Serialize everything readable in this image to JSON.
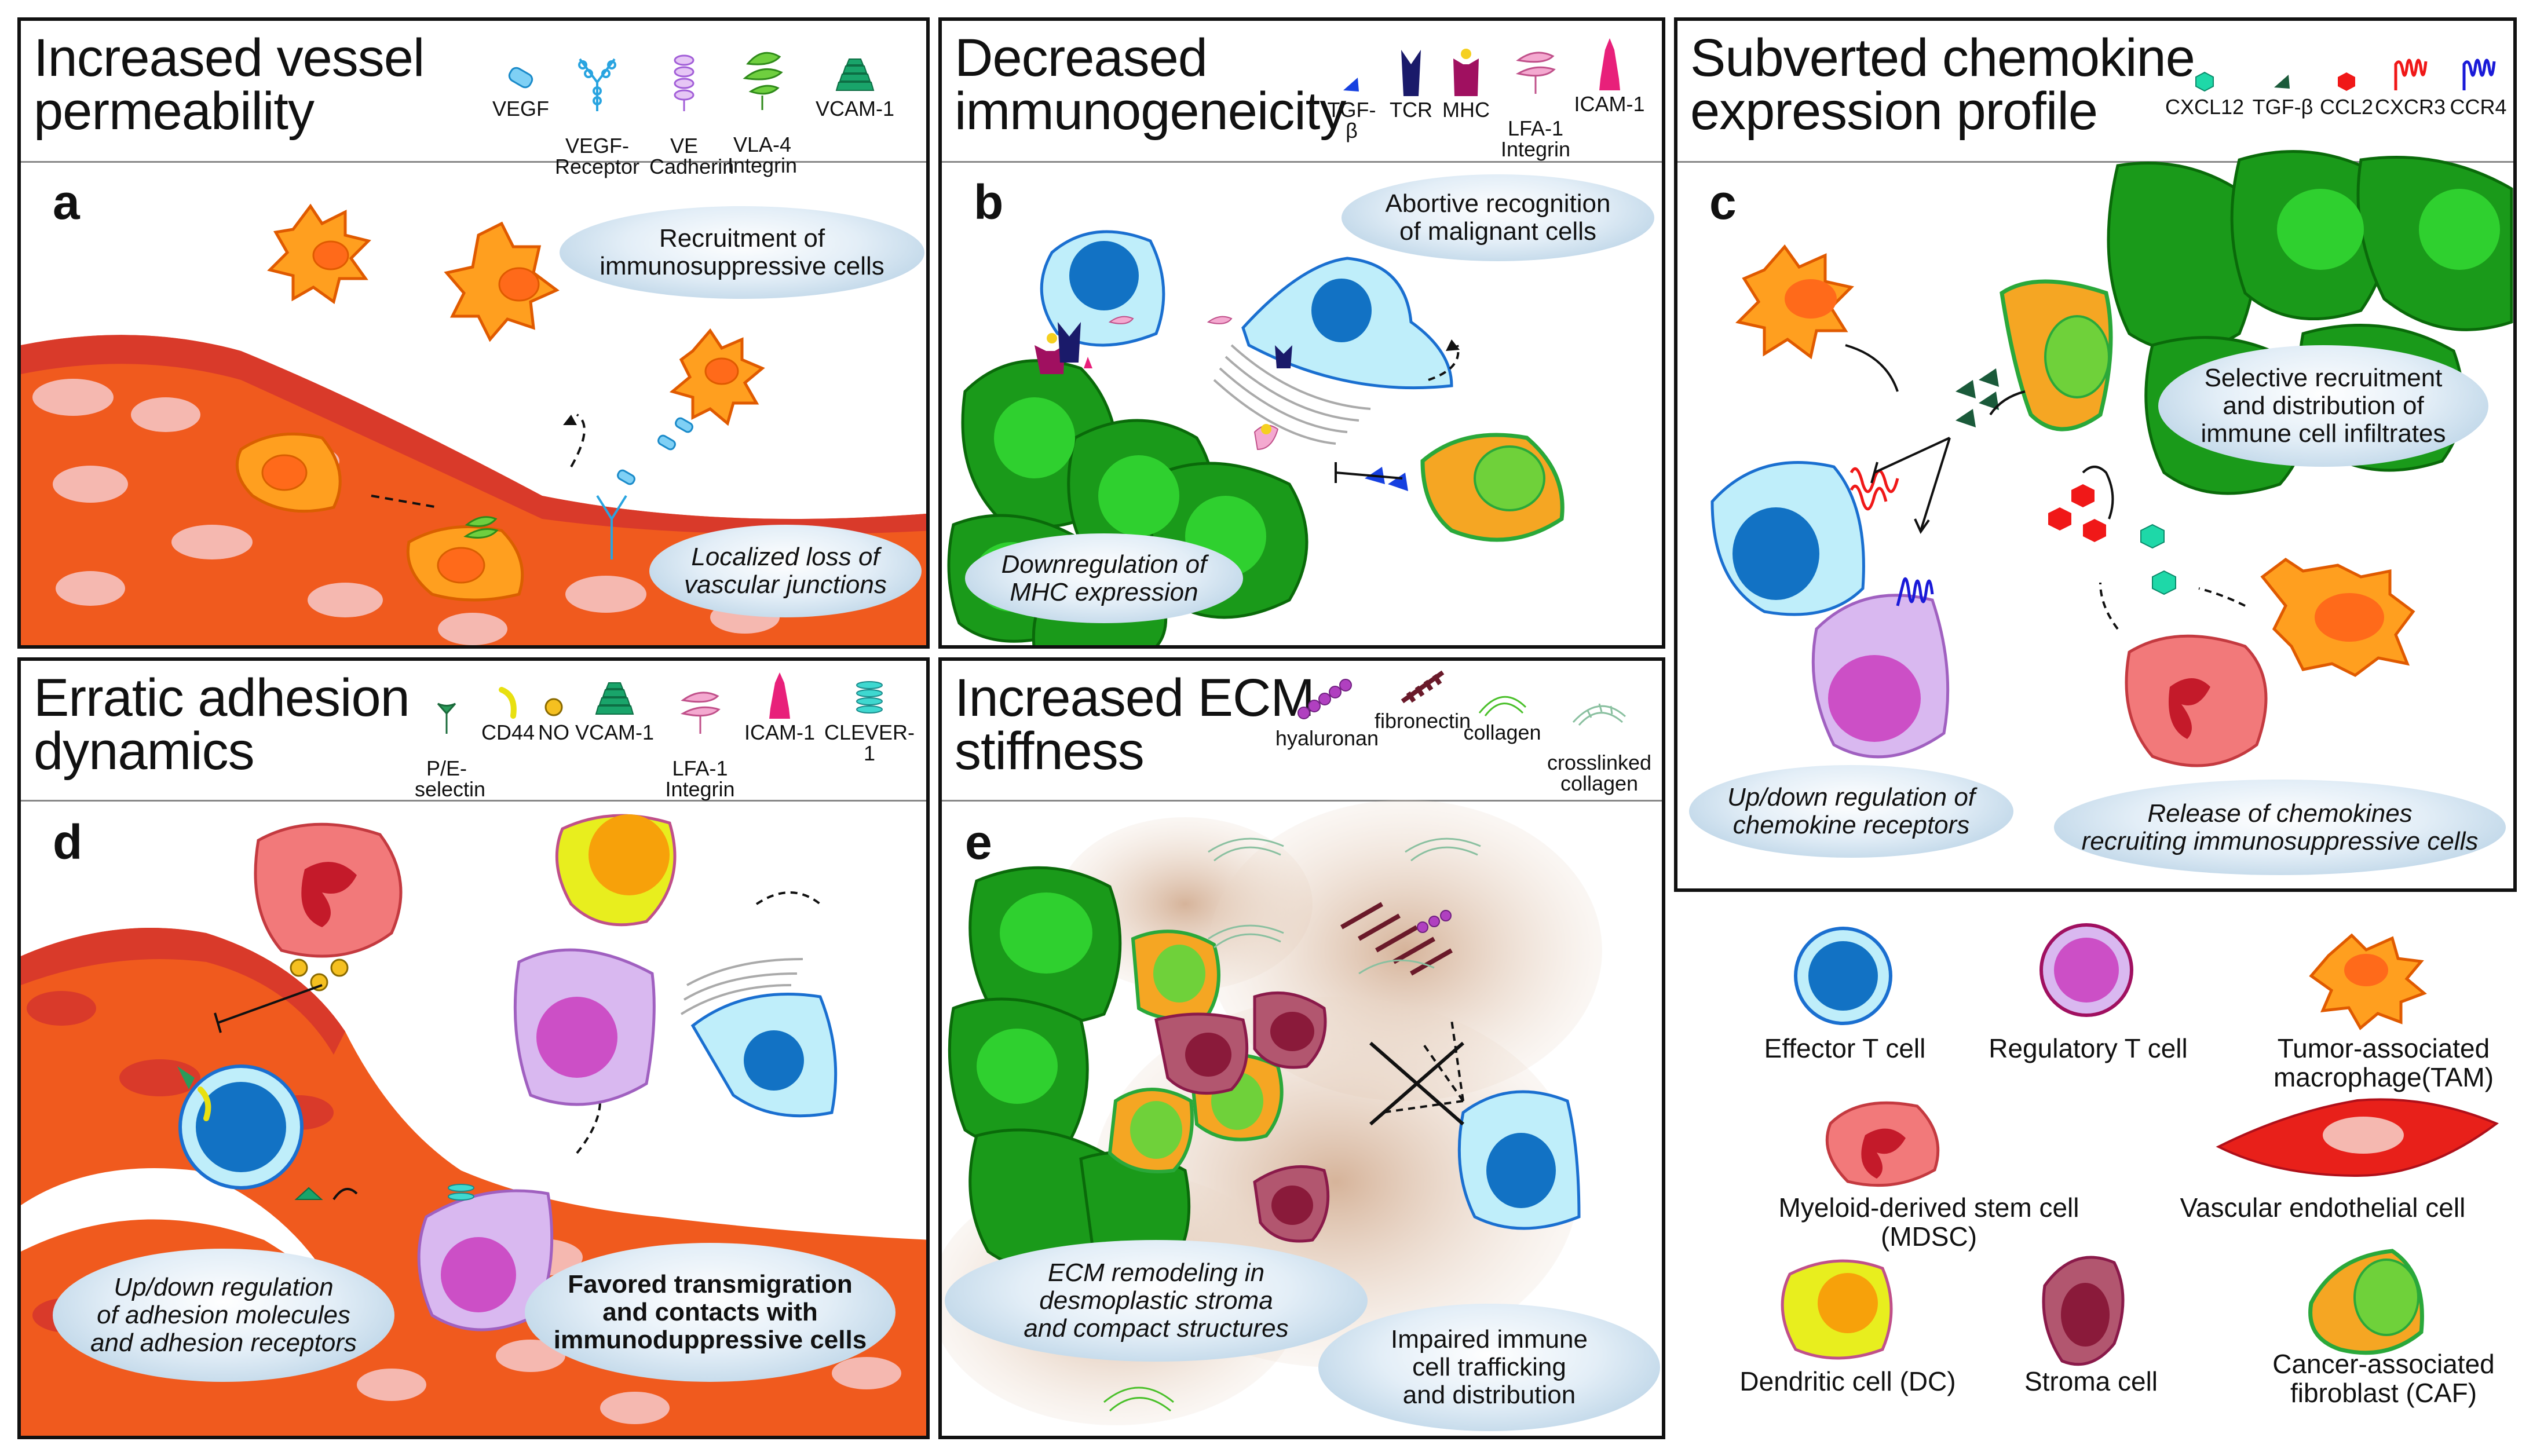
{
  "panels": {
    "a": {
      "letter": "a",
      "title": "Increased vessel\npermeability",
      "legend": [
        "VEGF",
        "VEGF-\nReceptor",
        "VE\nCadherin",
        "VLA-4\nIntegrin",
        "VCAM-1"
      ],
      "bubbles": [
        "Recruitment of\nimmunosuppressive cells",
        "Localized loss of\nvascular junctions"
      ]
    },
    "b": {
      "letter": "b",
      "title": "Decreased\nimmunogeneicity",
      "legend": [
        "TGF-β",
        "TCR",
        "MHC",
        "LFA-1\nIntegrin",
        "ICAM-1"
      ],
      "bubbles": [
        "Abortive recognition\nof malignant cells",
        "Downregulation of\nMHC expression"
      ]
    },
    "c": {
      "letter": "c",
      "title": "Subverted chemokine\nexpression profile",
      "legend": [
        "CXCL12",
        "TGF-β",
        "CCL2",
        "CXCR3",
        "CCR4"
      ],
      "bubbles": [
        "Selective recruitment\nand distribution of\nimmune cell infiltrates",
        "Up/down regulation of\nchemokine receptors",
        "Release of chemokines\nrecruiting immunosuppressive cells"
      ]
    },
    "d": {
      "letter": "d",
      "title": "Erratic adhesion\ndynamics",
      "legend": [
        "P/E-\nselectin",
        "CD44",
        "NO",
        "VCAM-1",
        "LFA-1\nIntegrin",
        "ICAM-1",
        "CLEVER-1"
      ],
      "bubbles": [
        "Up/down regulation\nof adhesion molecules\nand adhesion receptors",
        "Favored transmigration\nand contacts with\nimmunoduppressive cells"
      ]
    },
    "e": {
      "letter": "e",
      "title": "Increased ECM\nstiffness",
      "legend": [
        "hyaluronan",
        "fibronectin",
        "collagen",
        "crosslinked\ncollagen"
      ],
      "bubbles": [
        "ECM remodeling in\ndesmoplastic stroma\nand compact structures",
        "Impaired immune\ncell trafficking\nand distribution"
      ]
    }
  },
  "cell_legend": {
    "effector": "Effector T cell",
    "treg": "Regulatory T cell",
    "tam": "Tumor-associated\nmacrophage(TAM)",
    "mdsc": "Myeloid-derived stem cell (MDSC)",
    "endo": "Vascular endothelial cell",
    "dc": "Dendritic cell (DC)",
    "stroma": "Stroma cell",
    "caf": "Cancer-associated\nfibroblast (CAF)"
  },
  "colors": {
    "vessel": "#f05a1e",
    "vessel_dark": "#d93a2a",
    "tumor_green": "#1a9a1a",
    "tumor_light": "#2fd02f",
    "effector_fill": "#bfeefa",
    "effector_nucleus": "#1272c4",
    "treg_fill": "#d9b8f0",
    "treg_nucleus": "#cc4fc6",
    "tam_fill": "#ff9f1f",
    "mdsc_fill": "#f2797a",
    "dc_fill": "#e8ee1e",
    "dc_nucleus": "#f7a10a",
    "stroma_fill": "#b2566f",
    "caf_fill": "#f5a623"
  },
  "icons": [
    "vegf-icon",
    "vegf-receptor-icon",
    "ve-cadherin-icon",
    "vla4-integrin-icon",
    "vcam1-icon",
    "tgf-beta-icon",
    "tcr-icon",
    "mhc-icon",
    "lfa1-integrin-icon",
    "icam1-icon",
    "cxcl12-icon",
    "ccl2-icon",
    "cxcr3-icon",
    "ccr4-icon",
    "selectin-icon",
    "cd44-icon",
    "no-icon",
    "clever1-icon",
    "hyaluronan-icon",
    "fibronectin-icon",
    "collagen-icon",
    "crosslinked-collagen-icon"
  ]
}
